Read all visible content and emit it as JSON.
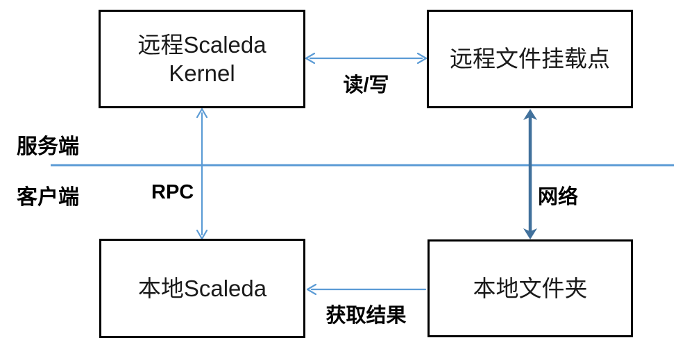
{
  "diagram": {
    "title": "Scaleda remote/local architecture diagram",
    "boxes": {
      "remote_kernel": {
        "label": "远程Scaleda\nKernel"
      },
      "remote_mount": {
        "label": "远程文件挂载点"
      },
      "local_scaleda": {
        "label": "本地Scaleda"
      },
      "local_folder": {
        "label": "本地文件夹"
      }
    },
    "side_labels": {
      "server": "服务端",
      "client": "客户端"
    },
    "edge_labels": {
      "read_write": "读/写",
      "rpc": "RPC",
      "network": "网络",
      "fetch_result": "获取结果"
    },
    "colors": {
      "thin_arrow": "#5b9bd5",
      "thick_arrow": "#41719c",
      "divider_line": "#5b9bd5",
      "box_border": "#000000",
      "text": "#000000",
      "background": "#ffffff"
    }
  }
}
